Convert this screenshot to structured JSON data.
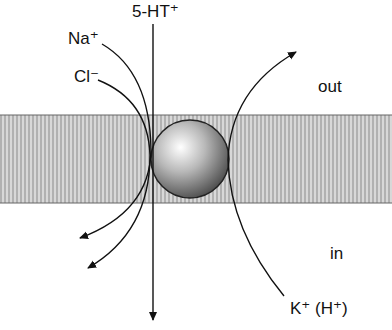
{
  "diagram": {
    "labels": [
      "5-HT⁺",
      "Na⁺",
      "Cl⁻",
      "out",
      "in",
      "K⁺ (H⁺)"
    ]
  }
}
